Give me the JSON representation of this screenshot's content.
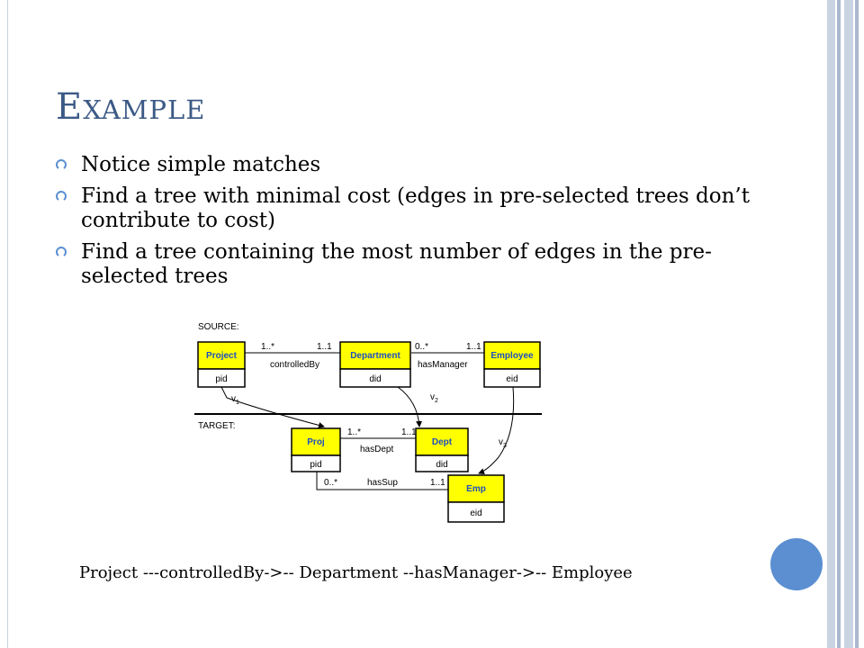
{
  "slide": {
    "title_first": "E",
    "title_rest": "XAMPLE",
    "bullets": [
      "Notice simple matches",
      "Find a tree with minimal cost (edges in pre-selected trees don’t contribute to cost)",
      "Find a tree containing the most number of edges in the pre-selected trees"
    ],
    "caption": "Project ---controlledBy->-- Department --hasManager->-- Employee"
  },
  "diagram": {
    "source_label": "SOURCE:",
    "target_label": "TARGET:",
    "source_entities": [
      {
        "name": "Project",
        "attr": "pid"
      },
      {
        "name": "Department",
        "attr": "did"
      },
      {
        "name": "Employee",
        "attr": "eid"
      }
    ],
    "target_entities": [
      {
        "name": "Proj",
        "attr": "pid"
      },
      {
        "name": "Dept",
        "attr": "did"
      },
      {
        "name": "Emp",
        "attr": "eid"
      }
    ],
    "relationships": [
      {
        "name": "controlledBy",
        "card_left": "1..*",
        "card_right": "1..1"
      },
      {
        "name": "hasManager",
        "card_left": "0..*",
        "card_right": "1..1"
      },
      {
        "name": "hasDept",
        "card_left": "1..*",
        "card_right": "1..1"
      },
      {
        "name": "hasSup",
        "card_left": "0..*",
        "card_right": "1..1"
      }
    ],
    "mappings": [
      {
        "name": "v",
        "sub": "1"
      },
      {
        "name": "v",
        "sub": "2"
      },
      {
        "name": "v",
        "sub": "3"
      }
    ]
  },
  "colors": {
    "title": "#3c5a86",
    "entity_fill": "#ffff00",
    "entity_text": "#1f4fbf",
    "accent_circle": "#5b8fd1",
    "bullet": "#5b8fd1"
  }
}
